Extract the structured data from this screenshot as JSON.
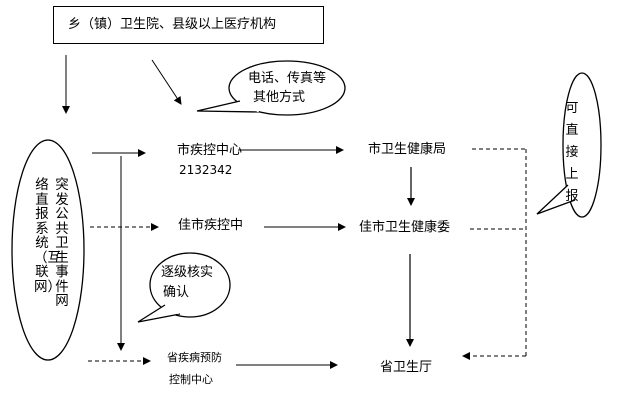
{
  "top_box": {
    "label": "乡（镇）卫生院、县级以上医疗机构"
  },
  "nodes": {
    "city_cdc": "市疾控中心",
    "city_cdc_phone": "2132342",
    "city_health_bureau": "市卫生健康局",
    "jia_cdc": "佳市疾控中",
    "jia_health_commission": "佳市卫生健康委",
    "prov_cdc_line1": "省疾病预防",
    "prov_cdc_line2": "控制中心",
    "prov_health_dept": "省卫生厅"
  },
  "callouts": {
    "phone_fax_line1": "电话、传真等",
    "phone_fax_line2": "其他方式",
    "verify_line1": "逐级核实",
    "verify_line2": "确认",
    "direct_report": "可直接上报"
  },
  "report_system": {
    "col_right": "突发公共卫生事件网",
    "col_left": "络直报系统（互联网）"
  }
}
